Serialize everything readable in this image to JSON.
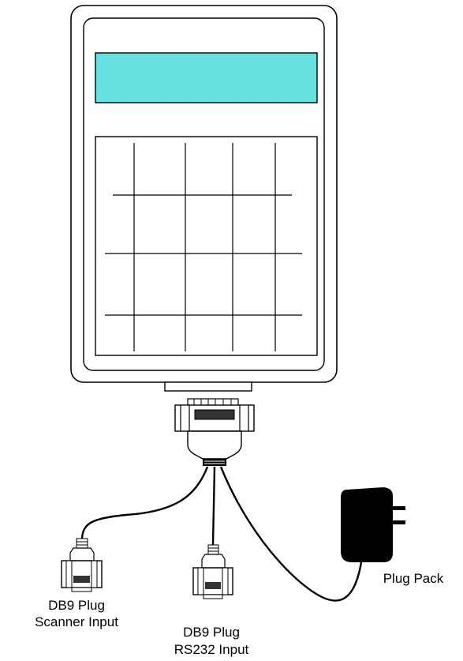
{
  "labels": {
    "scanner_plug_title": "DB9 Plug",
    "scanner_plug_sub": "Scanner Input",
    "rs232_plug_title": "DB9 Plug",
    "rs232_plug_sub": "RS232 Input",
    "plug_pack": "Plug Pack"
  },
  "colors": {
    "display": "#66e0e0",
    "outline": "#000000",
    "background": "#ffffff",
    "plug_pack": "#000000"
  }
}
